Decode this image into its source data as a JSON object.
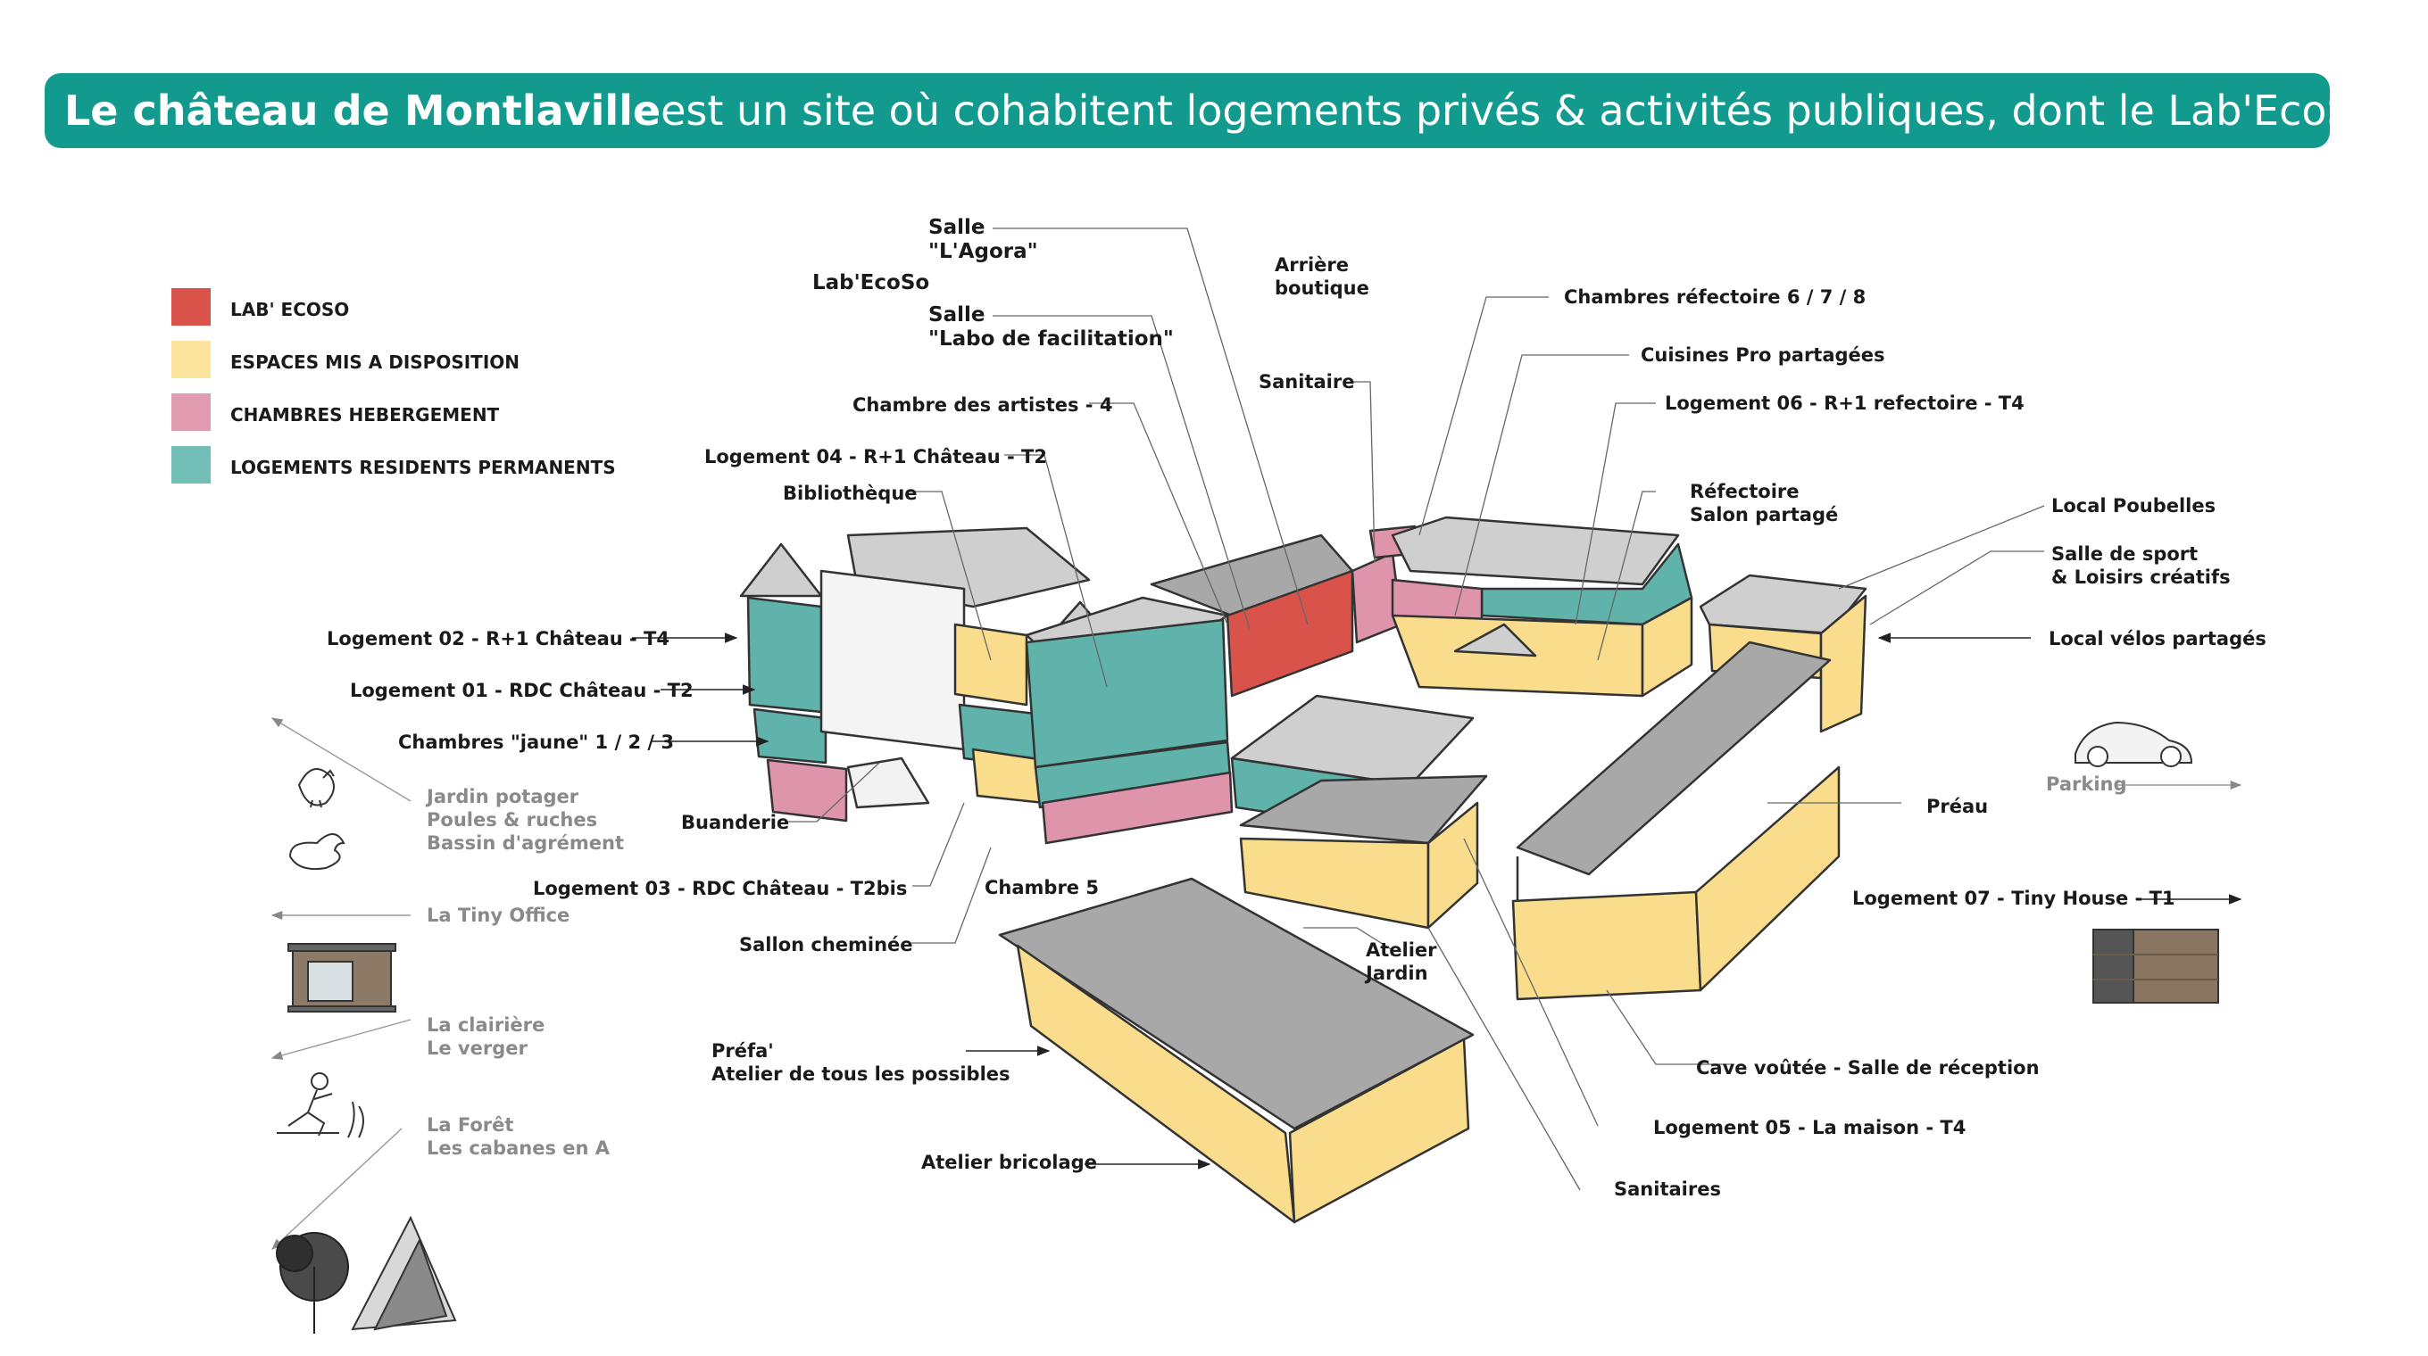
{
  "banner": {
    "title_bold": "Le château de Montlaville",
    "title_rest": " est un site où cohabitent logements privés & activités publiques, dont le Lab'EcoSo",
    "color": "#139a8e"
  },
  "legend": [
    {
      "label": "LAB' ECOSO",
      "color": "#d9534a"
    },
    {
      "label": "ESPACES MIS A DISPOSITION",
      "color": "#fde49c"
    },
    {
      "label": "CHAMBRES HEBERGEMENT",
      "color": "#e09bb0"
    },
    {
      "label": "LOGEMENTS RESIDENTS PERMANENTS",
      "color": "#71bfb7"
    }
  ],
  "colors": {
    "labecoso": "#d9534a",
    "espaces": "#f9dc8c",
    "chambres": "#de95ab",
    "logements": "#5fb3ab",
    "roof": "#a8a8a8",
    "roof_light": "#cfcfcf"
  },
  "labels": {
    "salle_agora_1": "Salle",
    "salle_agora_2": "\"L'Agora\"",
    "labecoso": "Lab'EcoSo",
    "salle_labo_1": "Salle",
    "salle_labo_2": "\"Labo de facilitation\"",
    "arriere_1": "Arrière",
    "arriere_2": "boutique",
    "sanitaire": "Sanitaire",
    "chambres_refectoire": "Chambres réfectoire 6 / 7 / 8",
    "cuisines": "Cuisines Pro partagées",
    "logement06": "Logement 06 - R+1 refectoire - T4",
    "refectoire_1": "Réfectoire",
    "refectoire_2": "Salon partagé",
    "chambre_artistes": "Chambre des artistes - 4",
    "logement04": "Logement 04 - R+1 Château - T2",
    "bibliotheque": "Bibliothèque",
    "local_poubelles": "Local Poubelles",
    "sport_1": "Salle de sport",
    "sport_2": "& Loisirs créatifs",
    "local_velos": "Local vélos partagés",
    "logement02": "Logement 02 - R+1 Château - T4",
    "logement01": "Logement 01 - RDC Château - T2",
    "chambres_jaune": "Chambres \"jaune\" 1 / 2 / 3",
    "jardin_1": "Jardin potager",
    "jardin_2": "Poules & ruches",
    "jardin_3": "Bassin d'agrément",
    "buanderie": "Buanderie",
    "parking": "Parking",
    "preau": "Préau",
    "logement03": "Logement 03 - RDC Château - T2bis",
    "chambre5": "Chambre 5",
    "logement07": "Logement 07 - Tiny House - T1",
    "tiny_office": "La Tiny Office",
    "salon_cheminee": "Sallon cheminée",
    "atelier_jardin_1": "Atelier",
    "atelier_jardin_2": "Jardin",
    "clairiere_1": "La clairière",
    "clairiere_2": "Le verger",
    "prefa_1": "Préfa'",
    "prefa_2": "Atelier de tous les possibles",
    "cave": "Cave voûtée - Salle de réception",
    "foret_1": "La Forêt",
    "foret_2": "Les cabanes en A",
    "logement05": "Logement 05 - La maison - T4",
    "atelier_bricolage": "Atelier bricolage",
    "sanitaires": "Sanitaires"
  }
}
